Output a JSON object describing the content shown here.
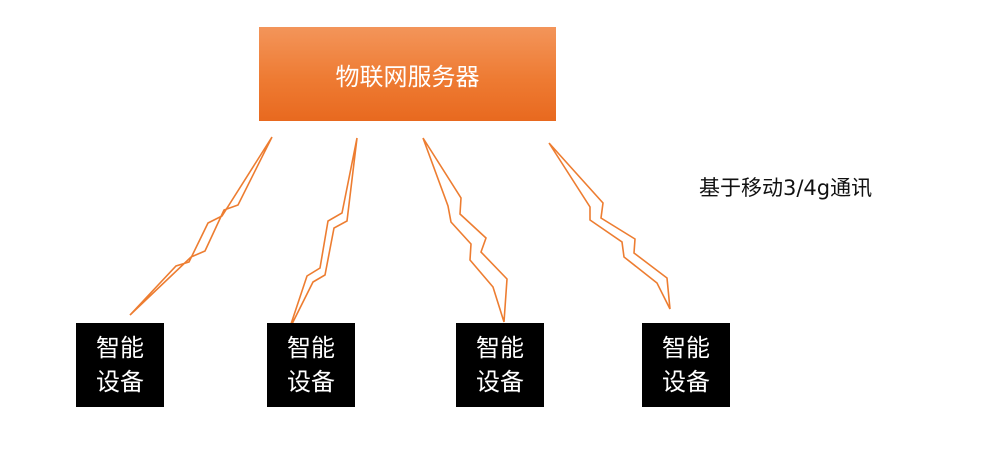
{
  "server": {
    "label": "物联网服务器"
  },
  "caption": "基于移动3/4g通讯",
  "devices": [
    {
      "line1": "智能",
      "line2": "设备"
    },
    {
      "line1": "智能",
      "line2": "设备"
    },
    {
      "line1": "智能",
      "line2": "设备"
    },
    {
      "line1": "智能",
      "line2": "设备"
    }
  ],
  "colors": {
    "server_fill": "#ee7b33",
    "link_stroke": "#ed7d31",
    "device_fill": "#000000",
    "device_text": "#ffffff"
  },
  "icons": {
    "link": "lightning-link-icon"
  }
}
